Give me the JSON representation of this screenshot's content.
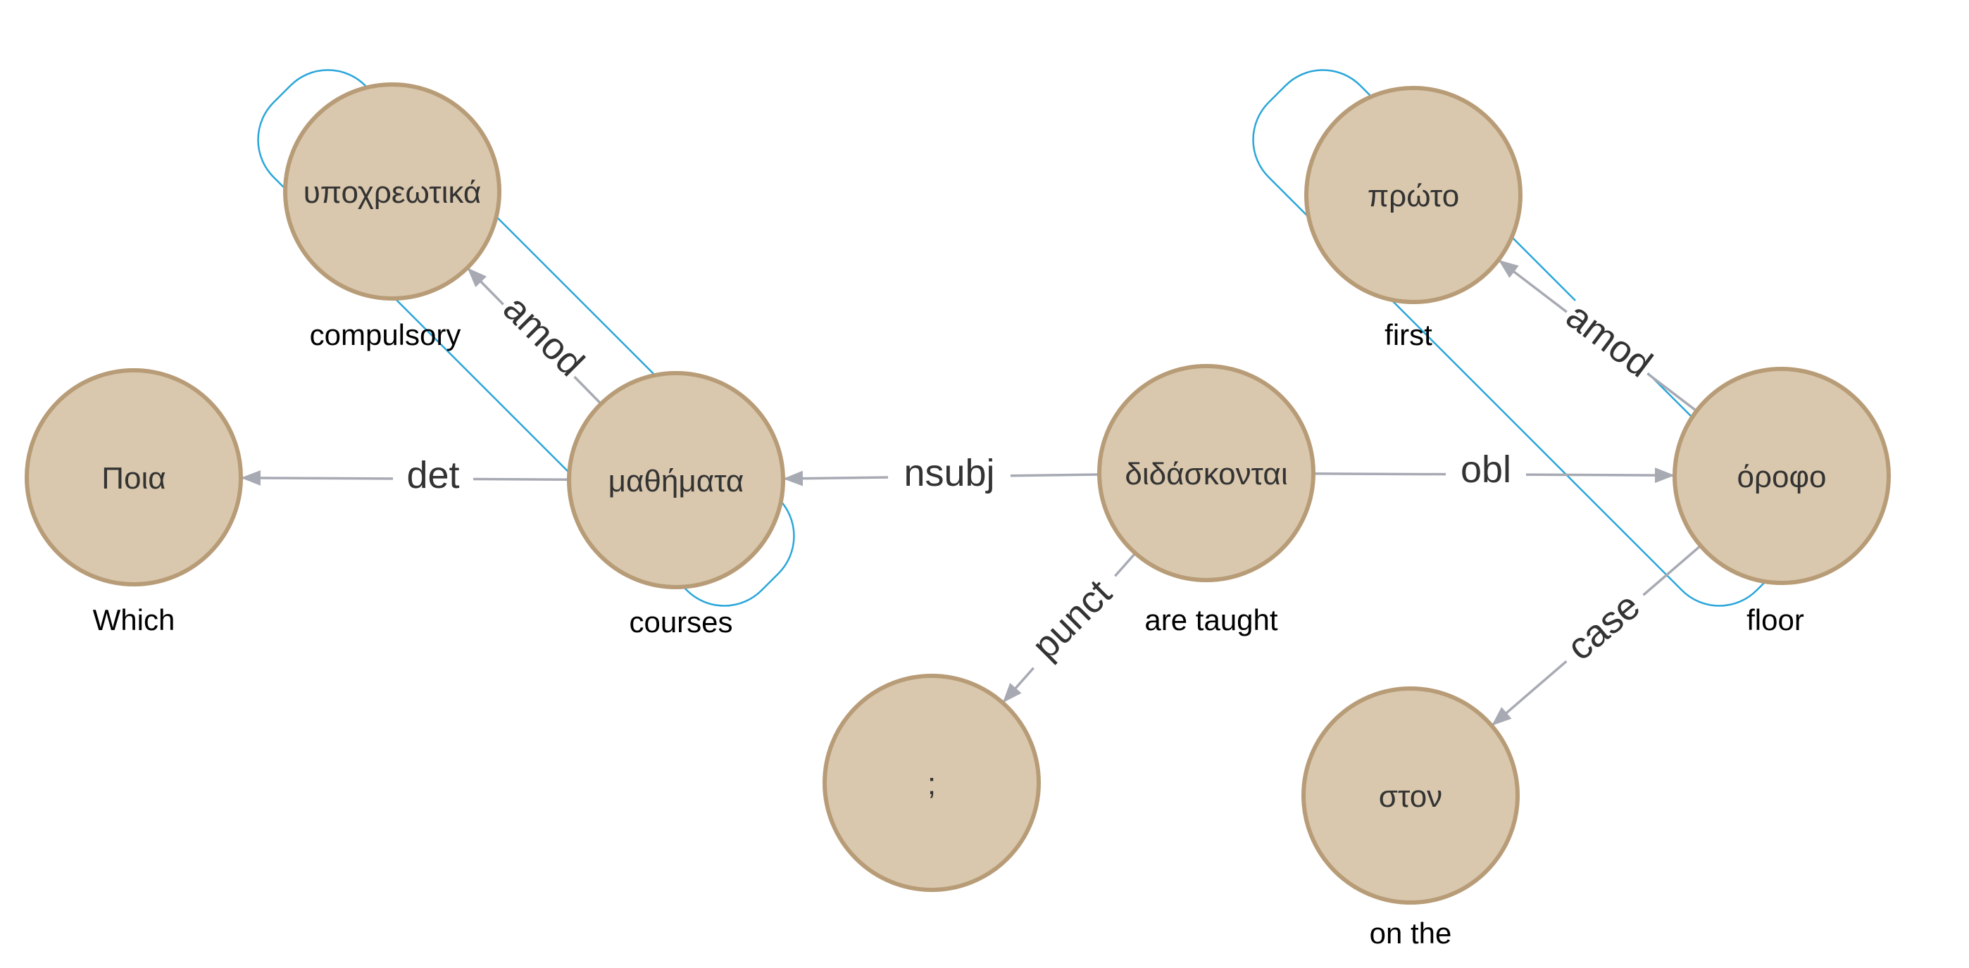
{
  "nodes": [
    {
      "id": "poia",
      "word": "Ποια",
      "gloss": "Which"
    },
    {
      "id": "mathimata",
      "word": "μαθήματα",
      "gloss": "courses"
    },
    {
      "id": "ypoxreotika",
      "word": "υποχρεωτικά",
      "gloss": "compulsory"
    },
    {
      "id": "didaskontai",
      "word": "διδάσκονται",
      "gloss": "are taught"
    },
    {
      "id": "erotimatiko",
      "word": ";",
      "gloss": ""
    },
    {
      "id": "orofo",
      "word": "όροφο",
      "gloss": "floor"
    },
    {
      "id": "proto",
      "word": "πρώτο",
      "gloss": "first"
    },
    {
      "id": "ston",
      "word": "στον",
      "gloss": "on the"
    }
  ],
  "edges": [
    {
      "from": "mathimata",
      "to": "poia",
      "label": "det"
    },
    {
      "from": "mathimata",
      "to": "ypoxreotika",
      "label": "amod"
    },
    {
      "from": "didaskontai",
      "to": "mathimata",
      "label": "nsubj"
    },
    {
      "from": "didaskontai",
      "to": "erotimatiko",
      "label": "punct"
    },
    {
      "from": "didaskontai",
      "to": "orofo",
      "label": "obl"
    },
    {
      "from": "orofo",
      "to": "proto",
      "label": "amod"
    },
    {
      "from": "orofo",
      "to": "ston",
      "label": "case"
    }
  ],
  "colors": {
    "node_fill": "#d9c8ad",
    "node_stroke": "#b79c77",
    "edge": "#a7aab3",
    "group_outline": "#2aa6d9"
  }
}
